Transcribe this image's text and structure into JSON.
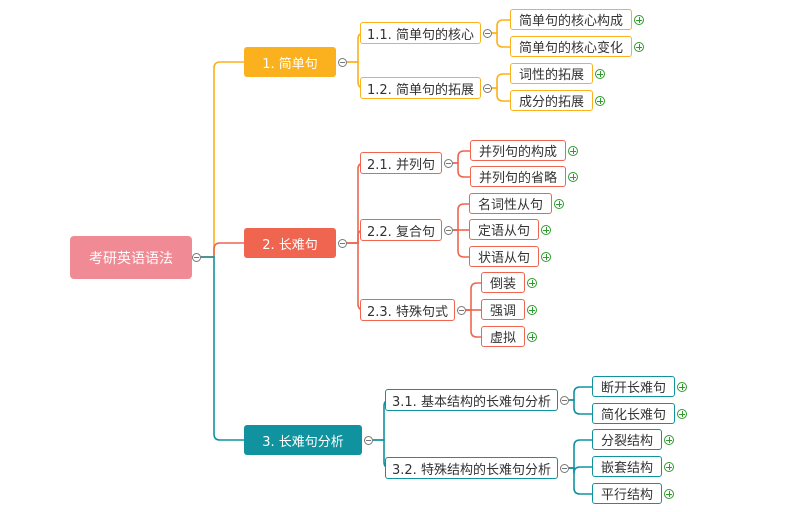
{
  "colors": {
    "root": "#f08a95",
    "branch1": "#fbb11d",
    "branch2": "#ef6550",
    "branch3": "#11939f",
    "expand": "#2e9c2e"
  },
  "root": {
    "label": "考研英语语法"
  },
  "branches": [
    {
      "label": "1. 简单句",
      "subs": [
        {
          "label": "1.1. 简单句的核心",
          "leaves": [
            "简单句的核心构成",
            "简单句的核心变化"
          ]
        },
        {
          "label": "1.2. 简单句的拓展",
          "leaves": [
            "词性的拓展",
            "成分的拓展"
          ]
        }
      ]
    },
    {
      "label": "2. 长难句",
      "subs": [
        {
          "label": "2.1. 并列句",
          "leaves": [
            "并列句的构成",
            "并列句的省略"
          ]
        },
        {
          "label": "2.2. 复合句",
          "leaves": [
            "名词性从句",
            "定语从句",
            "状语从句"
          ]
        },
        {
          "label": "2.3. 特殊句式",
          "leaves": [
            "倒装",
            "强调",
            "虚拟"
          ]
        }
      ]
    },
    {
      "label": "3. 长难句分析",
      "subs": [
        {
          "label": "3.1. 基本结构的长难句分析",
          "leaves": [
            "断开长难句",
            "简化长难句"
          ]
        },
        {
          "label": "3.2. 特殊结构的长难句分析",
          "leaves": [
            "分裂结构",
            "嵌套结构",
            "平行结构"
          ]
        }
      ]
    }
  ]
}
